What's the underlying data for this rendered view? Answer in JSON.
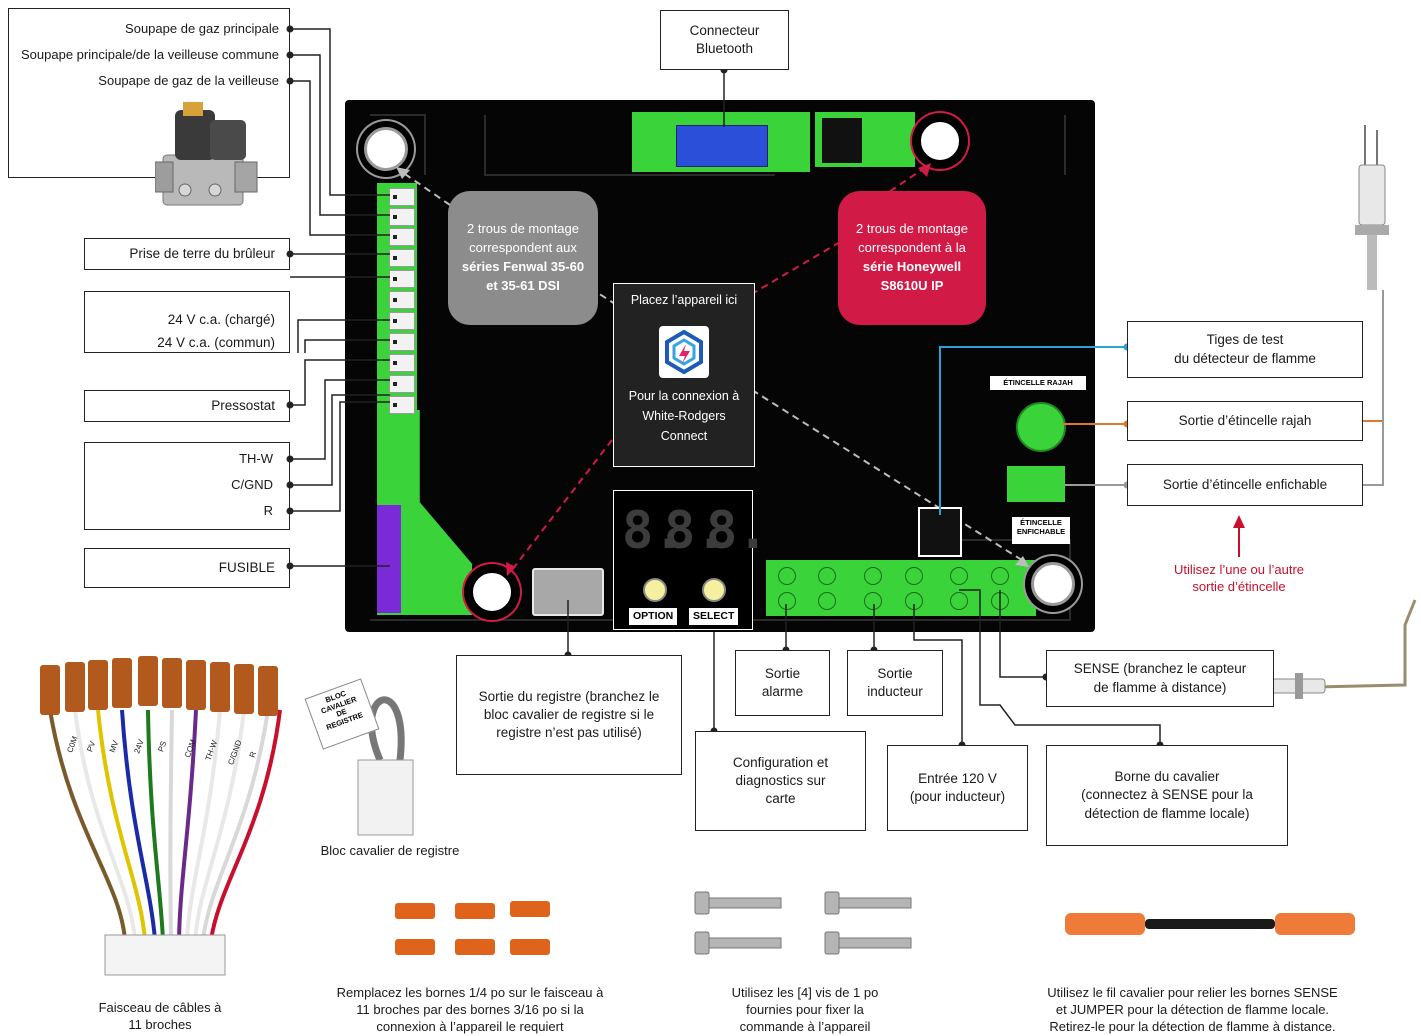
{
  "labels": {
    "main_gas_valve": "Soupape de gaz principale",
    "common_valve": "Soupape principale/de la veilleuse commune",
    "pilot_valve": "Soupape de gaz de la veilleuse",
    "burner_ground": "Prise de terre du brûleur",
    "vac_loaded": "24 V c.a. (chargé)",
    "vac_common": "24 V c.a. (commun)",
    "pressure_switch": "Pressostat",
    "th_w": "TH-W",
    "c_gnd": "C/GND",
    "r": "R",
    "fuse": "FUSIBLE",
    "bluetooth_l1": "Connecteur",
    "bluetooth_l2": "Bluetooth",
    "flame_test_l1": "Tiges de test",
    "flame_test_l2": "du détecteur de flamme",
    "rajah_out": "Sortie d’étincelle rajah",
    "plug_out": "Sortie d’étincelle enfichable",
    "use_either_l1": "Utilisez l’une ou l’autre",
    "use_either_l2": "sortie d’étincelle",
    "sense_l1": "SENSE (branchez le capteur",
    "sense_l2": "de flamme à distance)",
    "damper_l1": "Sortie du registre (branchez le",
    "damper_l2": "bloc cavalier de registre si le",
    "damper_l3": "registre n’est pas utilisé)",
    "alarm_l1": "Sortie",
    "alarm_l2": "alarme",
    "inducer_l1": "Sortie",
    "inducer_l2": "inducteur",
    "config_l1": "Configuration et",
    "config_l2": "diagnostics sur",
    "config_l3": "carte",
    "input_l1": "Entrée 120 V",
    "input_l2": "(pour inducteur)",
    "jumper_l1": "Borne du cavalier",
    "jumper_l2": "(connectez à SENSE pour la",
    "jumper_l3": "détection de flamme locale)"
  },
  "board": {
    "fenwal_l1": "2 trous de montage",
    "fenwal_l2": "correspondent aux",
    "fenwal_l3": "séries Fenwal 35-60",
    "fenwal_l4": "et 35-61 DSI",
    "honeywell_l1": "2 trous de montage",
    "honeywell_l2": "correspondent à la",
    "honeywell_l3": "série Honeywell",
    "honeywell_l4": "S8610U IP",
    "place_here": "Placez l’appareil ici",
    "connect_l1": "Pour la connexion à",
    "connect_l2": "White-Rodgers",
    "connect_l3": "Connect",
    "display_digits": [
      "8.",
      "8.",
      "8."
    ],
    "option": "OPTION",
    "select": "SELECT",
    "rajah_mini": "ÉTINCELLE RAJAH",
    "plug_mini_l1": "ÉTINCELLE",
    "plug_mini_l2": "ENFICHABLE"
  },
  "accessories": {
    "jumper_block_tag_l1": "BLOC",
    "jumper_block_tag_l2": "CAVALIER",
    "jumper_block_tag_l3": "DE",
    "jumper_block_tag_l4": "REGISTRE",
    "jumper_block_caption": "Bloc cavalier de registre",
    "harness_l1": "Faisceau de câbles à",
    "harness_l2": "11 broches",
    "terminals_l1": "Remplacez les bornes 1/4 po sur le faisceau à",
    "terminals_l2": "11 broches par des bornes 3/16 po si la",
    "terminals_l3": "connexion à l’appareil le requiert",
    "screws_l1": "Utilisez les [4] vis de 1 po",
    "screws_l2": "fournies pour fixer la",
    "screws_l3": "commande à l’appareil",
    "wire_l1": "Utilisez le fil cavalier pour relier les bornes SENSE",
    "wire_l2": "et JUMPER pour la détection de flamme locale.",
    "wire_l3": "Retirez-le pour la détection de flamme à distance.",
    "harness_wire_tags": [
      "C0M",
      "PV",
      "MV",
      "24V",
      "PS",
      "COM",
      "TH-W",
      "C/GND",
      "R"
    ]
  },
  "colors": {
    "board": "#050505",
    "pcb_green": "#3ad33a",
    "fenwal_callout": "#8c8c8c",
    "honeywell_callout": "#d21a46",
    "accent_red": "#c8102e",
    "sense_blue": "#2aa1d8",
    "rajah_orange": "#e07a2c"
  }
}
